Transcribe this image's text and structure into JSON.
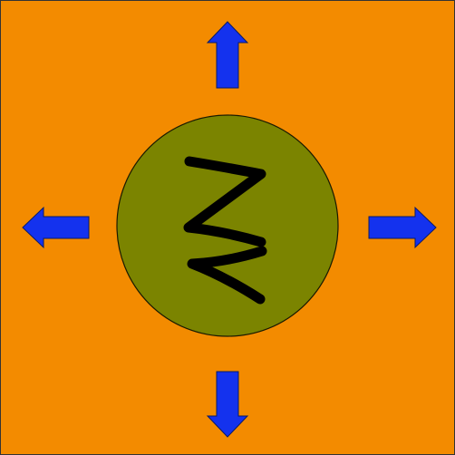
{
  "colors": {
    "background": "#f38b00",
    "border": "#333333",
    "circle_fill": "#7b8400",
    "circle_stroke": "#1a1a00",
    "arrow_fill": "#1432ee",
    "arrow_stroke": "#0a1a66",
    "glyph_stroke": "#000000"
  },
  "arrows": [
    {
      "name": "arrow-up-icon",
      "direction": "up"
    },
    {
      "name": "arrow-left-icon",
      "direction": "left"
    },
    {
      "name": "arrow-right-icon",
      "direction": "right"
    },
    {
      "name": "arrow-down-icon",
      "direction": "down"
    }
  ],
  "center": {
    "name": "center-circle",
    "glyph": "handwritten-glyph-icon"
  }
}
